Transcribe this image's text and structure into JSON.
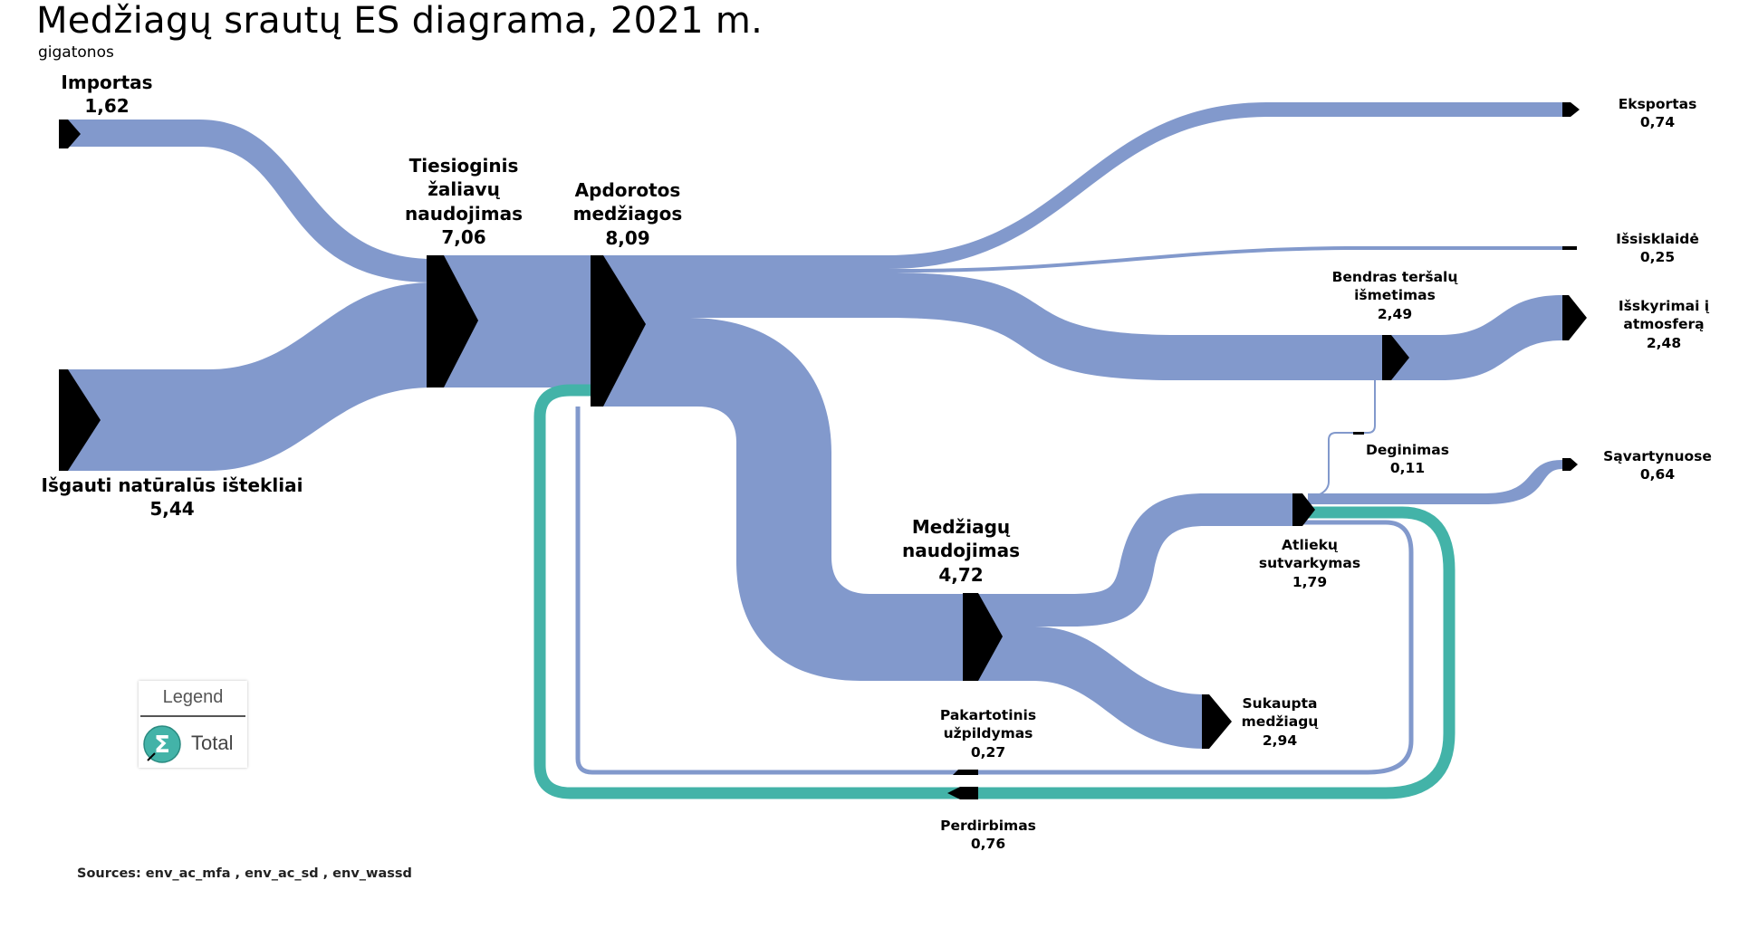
{
  "title": "Medžiagų srautų ES diagrama, 2021 m.",
  "unit": "gigatonos",
  "nodes": {
    "importas": {
      "name": "Importas",
      "value": "1,62"
    },
    "isgauti": {
      "name": "Išgauti natūralūs ištekliai",
      "value": "5,44"
    },
    "tiesioginis": {
      "name_l1": "Tiesioginis",
      "name_l2": "žaliavų",
      "name_l3": "naudojimas",
      "value": "7,06"
    },
    "apdorotos": {
      "name_l1": "Apdorotos",
      "name_l2": "medžiagos",
      "value": "8,09"
    },
    "eksportas": {
      "name": "Eksportas",
      "value": "0,74"
    },
    "issisklaide": {
      "name": "Išsisklaidė",
      "value": "0,25"
    },
    "bendras": {
      "name_l1": "Bendras teršalų",
      "name_l2": "išmetimas",
      "value": "2,49"
    },
    "isskyrimai": {
      "name_l1": "Išskyrimai į",
      "name_l2": "atmosferą",
      "value": "2,48"
    },
    "deginimas": {
      "name": "Deginimas",
      "value": "0,11"
    },
    "savartynuose": {
      "name": "Sąvartynuose",
      "value": "0,64"
    },
    "medziagu_naudojimas": {
      "name_l1": "Medžiagų",
      "name_l2": "naudojimas",
      "value": "4,72"
    },
    "atlieku": {
      "name_l1": "Atliekų",
      "name_l2": "sutvarkymas",
      "value": "1,79"
    },
    "sukaupta": {
      "name_l1": "Sukaupta",
      "name_l2": "medžiagų",
      "value": "2,94"
    },
    "pakartotinis": {
      "name_l1": "Pakartotinis",
      "name_l2": "užpildymas",
      "value": "0,27"
    },
    "perdirbimas": {
      "name": "Perdirbimas",
      "value": "0,76"
    }
  },
  "legend": {
    "title": "Legend",
    "item": "Total"
  },
  "sources": "Sources: env_ac_mfa , env_ac_sd , env_wassd",
  "colors": {
    "flow": "#8299CC",
    "recycling": "#43B3A8",
    "node": "#000000"
  }
}
